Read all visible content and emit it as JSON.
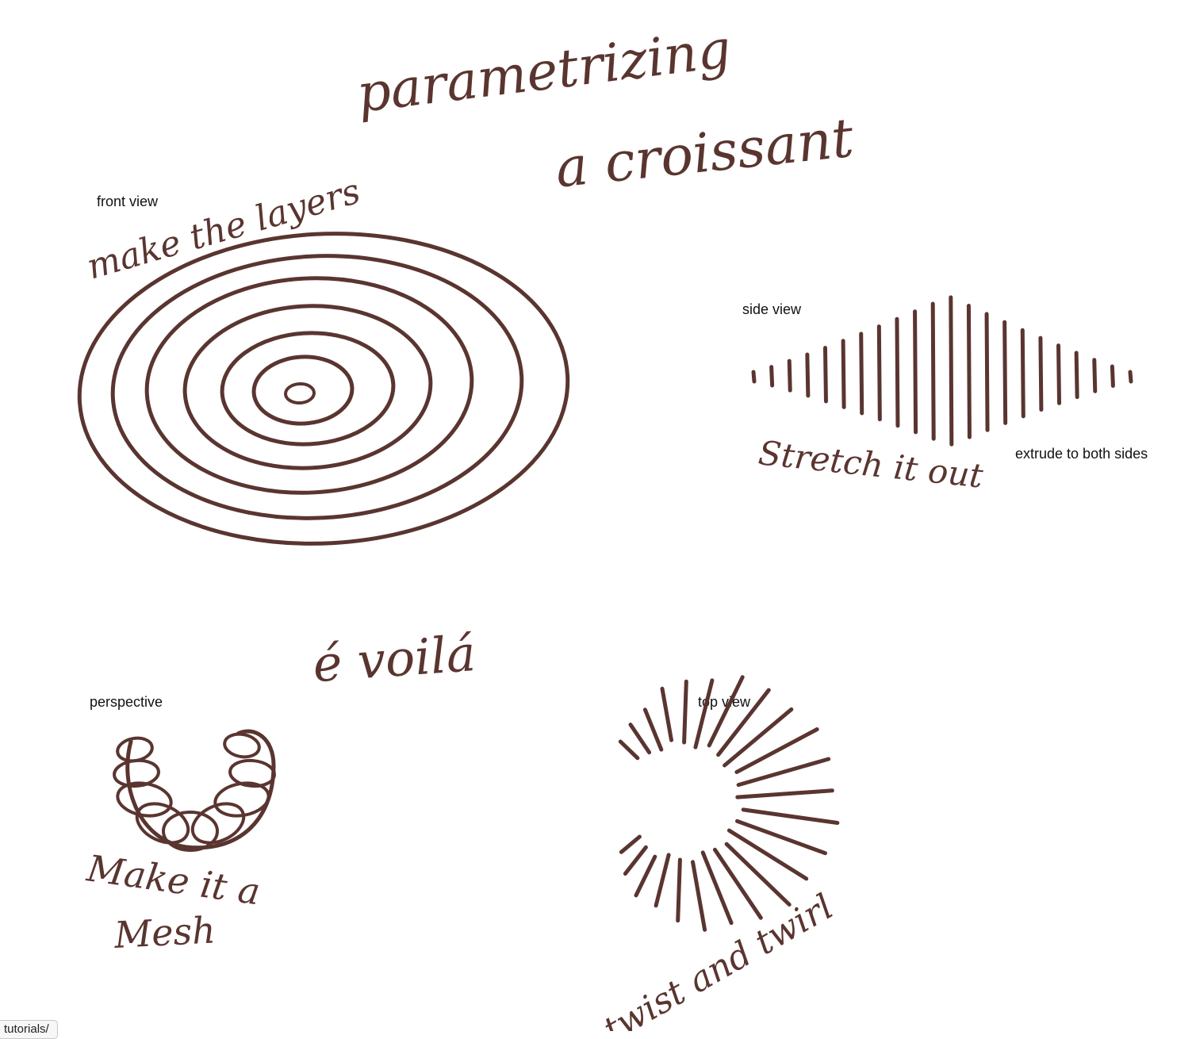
{
  "title": {
    "line1": "parametrizing",
    "line2": "a croissant"
  },
  "front_view": {
    "label": "front view",
    "caption": "make the layers"
  },
  "side_view": {
    "label": "side view",
    "caption": "Stretch it out",
    "note": "extrude to both sides"
  },
  "heading": "é voilá",
  "perspective": {
    "label": "perspective",
    "caption_line1": "Make it a",
    "caption_line2": "Mesh"
  },
  "top_view": {
    "label": "top view",
    "caption": "twist and twirl"
  },
  "bottom_tab": {
    "label": "tutorials/"
  },
  "colors": {
    "pencil": "#5a3530",
    "paper": "#ffffff",
    "label_text": "#111111"
  }
}
